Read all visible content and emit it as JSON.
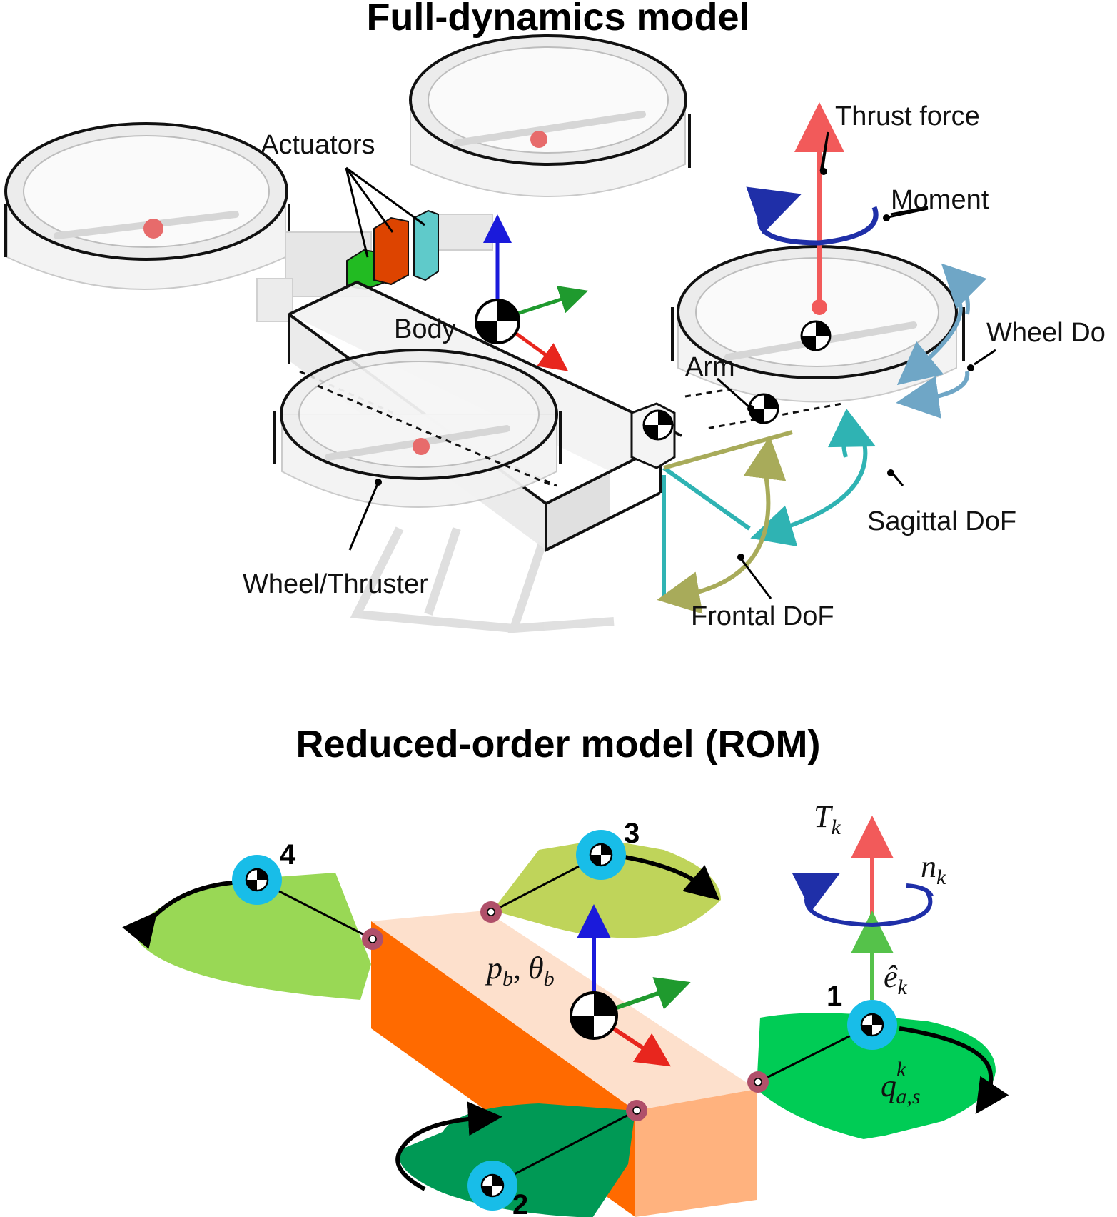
{
  "titles": {
    "full": "Full-dynamics model",
    "rom": "Reduced-order model (ROM)"
  },
  "full_labels": {
    "actuators": "Actuators",
    "thrust_force": "Thrust force",
    "moment": "Moment",
    "wheel_dof": "Wheel Do",
    "body": "Body",
    "arm": "Arm",
    "sagittal_dof": "Sagittal DoF",
    "frontal_dof": "Frontal DoF",
    "wheel_thruster": "Wheel/Thruster"
  },
  "rom_labels": {
    "num1": "1",
    "num2": "2",
    "num3": "3",
    "num4": "4",
    "Tk": "T",
    "Tk_sub": "k",
    "nk": "n",
    "nk_sub": "k",
    "ek_hat": "ê",
    "ek_sub": "k",
    "pb": "p",
    "pb_sub": "b",
    "comma": ",",
    "thetab": "θ",
    "thetab_sub": "b",
    "q": "q",
    "q_sup": "k",
    "q_sub": "a,s"
  },
  "colors": {
    "thrust": "#f25a5a",
    "moment": "#1f2fa8",
    "x_axis": "#e8261e",
    "y_axis": "#1f9a2e",
    "z_axis": "#1a1adb",
    "wheel_dof": "#6fa6c6",
    "sagittal": "#2fb3b3",
    "frontal": "#a8ab5a",
    "cyan_ring": "#18bde8",
    "joint": "#b0506a",
    "box_top": "#fde0cc",
    "box_side_dark": "#ff6a00",
    "box_side_light": "#ffb27e",
    "leg1": "#00cc55",
    "leg2": "#009955",
    "leg3": "#bfd45a",
    "leg4": "#99d855",
    "act_green": "#22bb22",
    "act_orange": "#dd4400",
    "act_teal": "#5fcaca"
  }
}
